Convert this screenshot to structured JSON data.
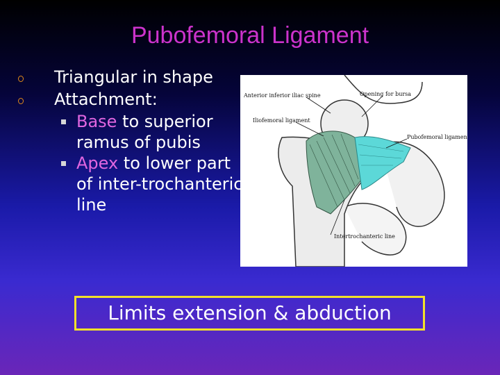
{
  "slide": {
    "title": "Pubofemoral Ligament",
    "bullets": [
      {
        "text": "Triangular in shape"
      },
      {
        "text": "Attachment:"
      }
    ],
    "sub_bullets": [
      {
        "highlight": "Base",
        "rest": " to superior ramus of pubis"
      },
      {
        "highlight": "Apex",
        "rest": " to lower part of inter-trochanteric line"
      }
    ],
    "callout": "Limits extension & abduction",
    "colors": {
      "title": "#cc33cc",
      "highlight": "#e066e0",
      "bullet_marker": "#e08a1a",
      "callout_border": "#f2e12a"
    }
  },
  "figure": {
    "labels": {
      "aiis": "Anterior inferior iliac spine",
      "bursa": "Opening for bursa",
      "iliofemoral": "Iliofemoral ligament",
      "pubofemoral": "Pubofemoral ligament",
      "intertrochanteric": "Intertrochanteric line"
    }
  }
}
